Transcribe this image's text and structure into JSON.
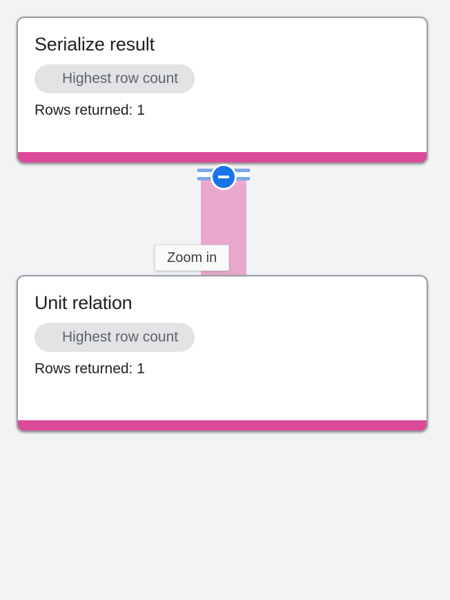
{
  "canvas": {
    "background_color": "#F1F3F4",
    "accent_color": "#DB4A98",
    "edge_color": "#E9A9CE",
    "control_color": "#1A73E8",
    "rail_color": "#7BA7E8"
  },
  "nodes": [
    {
      "id": "serialize-result",
      "title": "Serialize result",
      "chip_label": "Highest row count",
      "meta": "Rows returned: 1"
    },
    {
      "id": "unit-relation",
      "title": "Unit relation",
      "chip_label": "Highest row count",
      "meta": "Rows returned: 1"
    }
  ],
  "edge": {
    "collapse_button_icon": "minus-circle-icon",
    "collapse_button_state": "expanded"
  },
  "tooltip": {
    "text": "Zoom in",
    "visible": true
  }
}
